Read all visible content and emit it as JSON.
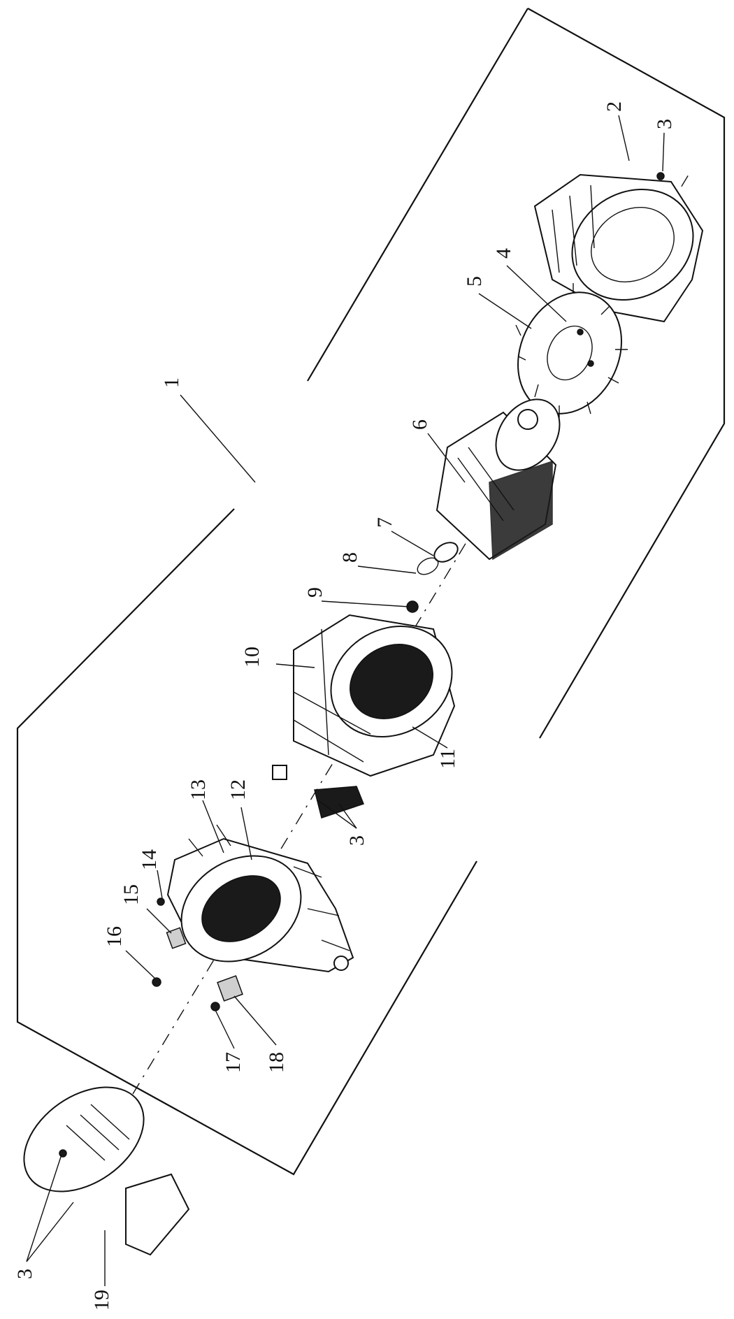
{
  "diagram": {
    "labels": [
      {
        "id": "1",
        "text": "1"
      },
      {
        "id": "2",
        "text": "2"
      },
      {
        "id": "3a",
        "text": "3"
      },
      {
        "id": "4",
        "text": "4"
      },
      {
        "id": "5",
        "text": "5"
      },
      {
        "id": "6",
        "text": "6"
      },
      {
        "id": "7",
        "text": "7"
      },
      {
        "id": "8",
        "text": "8"
      },
      {
        "id": "9",
        "text": "9"
      },
      {
        "id": "10",
        "text": "10"
      },
      {
        "id": "11",
        "text": "11"
      },
      {
        "id": "12",
        "text": "12"
      },
      {
        "id": "13",
        "text": "13"
      },
      {
        "id": "14",
        "text": "14"
      },
      {
        "id": "15",
        "text": "15"
      },
      {
        "id": "16",
        "text": "16"
      },
      {
        "id": "17",
        "text": "17"
      },
      {
        "id": "18",
        "text": "18"
      },
      {
        "id": "3b",
        "text": "3"
      },
      {
        "id": "3c",
        "text": "3"
      },
      {
        "id": "19",
        "text": "19"
      }
    ]
  }
}
